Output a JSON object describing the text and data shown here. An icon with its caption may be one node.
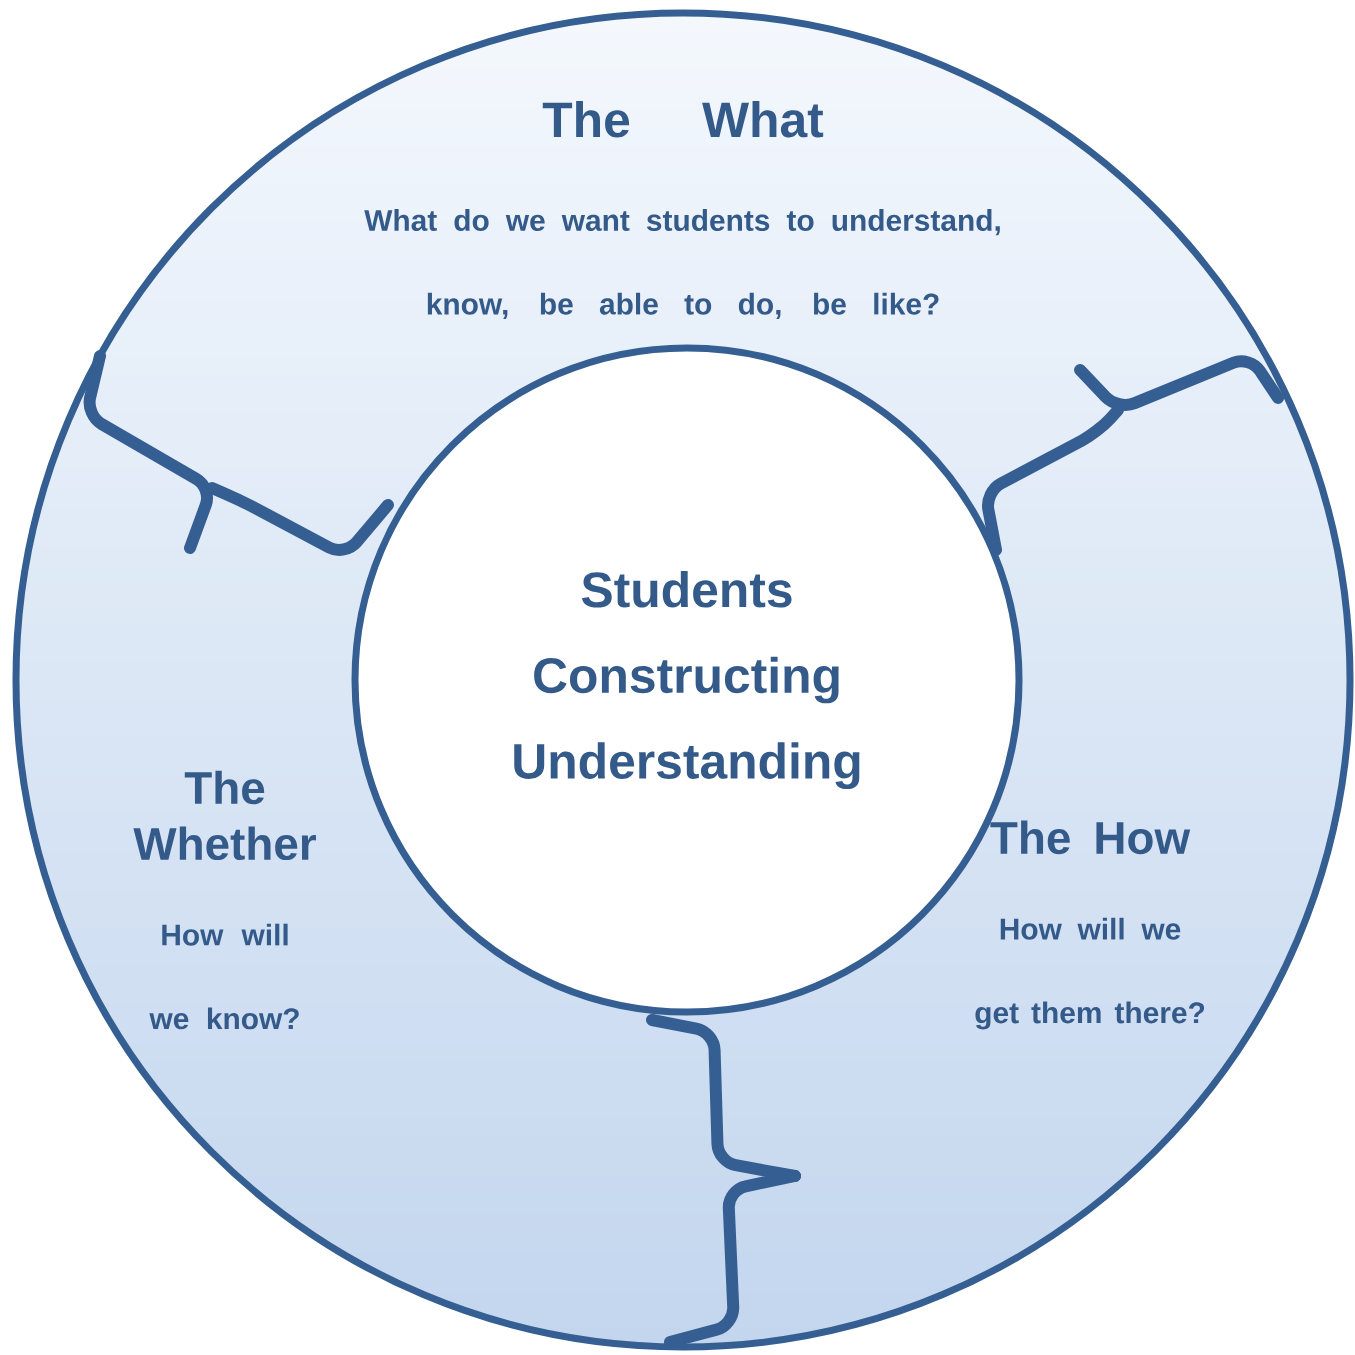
{
  "diagram": {
    "nodes": [
      {
        "text": [],
        "shape": "circle"
      },
      {
        "text": [
          "Students Constructing Understanding"
        ],
        "in": 0
      },
      {
        "text": [
          "The What",
          "What do we want students to understand, know, be able to do, be like?"
        ],
        "in": 0
      },
      {
        "text": [
          "The How",
          "How will we get them there?"
        ],
        "in": 0
      },
      {
        "text": [
          "The Whether",
          "How will we know?"
        ],
        "in": 0
      }
    ]
  }
}
